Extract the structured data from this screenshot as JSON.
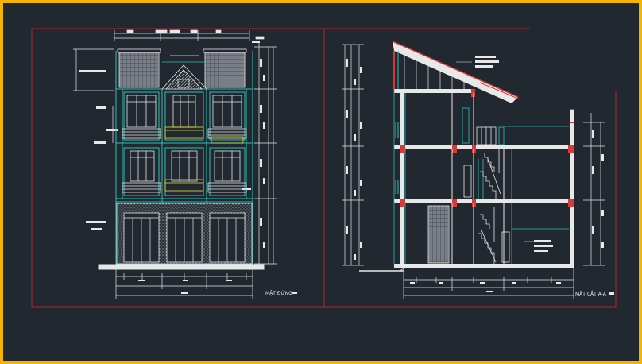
{
  "drawing": {
    "frame_color": "#f4b400",
    "background_color": "#212830",
    "line_colors": {
      "border": "#b3262b",
      "white": "#e8e8e8",
      "cyan": "#2fbfb6",
      "yellow": "#e8e13a",
      "red": "#d83a3a"
    },
    "views": [
      {
        "id": "elevation",
        "caption": "MẶT ĐỨNG"
      },
      {
        "id": "section",
        "caption": "MẶT CẮT A-A"
      }
    ]
  }
}
